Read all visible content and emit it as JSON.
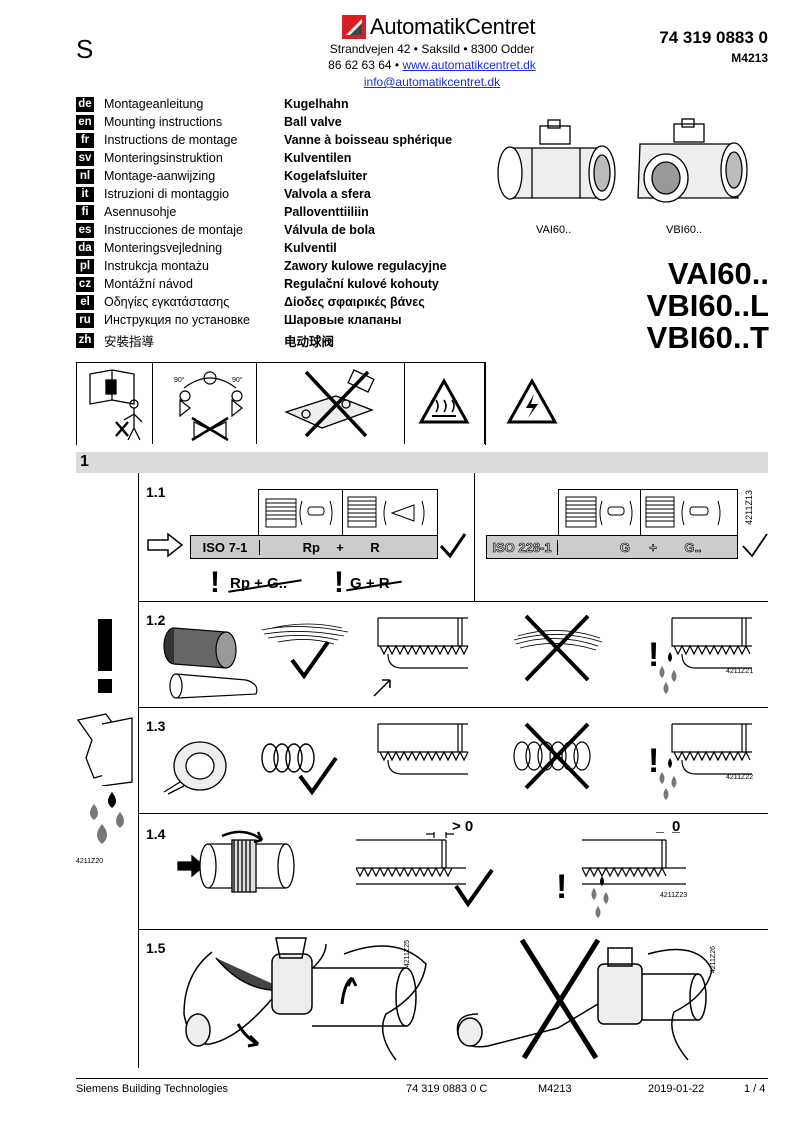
{
  "header": {
    "series_letter": "S",
    "company": "AutomatikCentret",
    "address": "Strandvejen 42 • Saksild • 8300 Odder",
    "phone": "86 62 63 64 •",
    "website": "www.automatikcentret.dk",
    "email": "info@automatikcentret.dk",
    "doc_number": "74 319 0883 0",
    "doc_code": "M4213"
  },
  "languages": [
    {
      "code": "de",
      "label": "Montageanleitung",
      "title": "Kugelhahn"
    },
    {
      "code": "en",
      "label": "Mounting instructions",
      "title": "Ball valve"
    },
    {
      "code": "fr",
      "label": "Instructions de montage",
      "title": "Vanne à boisseau sphérique"
    },
    {
      "code": "sv",
      "label": "Monteringsinstruktion",
      "title": "Kulventilen"
    },
    {
      "code": "nl",
      "label": "Montage-aanwijzing",
      "title": "Kogelafsluiter"
    },
    {
      "code": "it",
      "label": "Istruzioni di montaggio",
      "title": "Valvola a sfera"
    },
    {
      "code": "fi",
      "label": "Asennusohje",
      "title": "Palloventtiiliin"
    },
    {
      "code": "es",
      "label": "Instrucciones de montaje",
      "title": "Válvula de bola"
    },
    {
      "code": "da",
      "label": "Monteringsvejledning",
      "title": "Kulventil"
    },
    {
      "code": "pl",
      "label": "Instrukcja montażu",
      "title": "Zawory kulowe regulacyjne"
    },
    {
      "code": "cz",
      "label": "Montážní návod",
      "title": "Regulační kulové kohouty"
    },
    {
      "code": "el",
      "label": "Οδηγίες εγκατάστασης",
      "title": "Δίοδες σφαιρικές βάνες"
    },
    {
      "code": "ru",
      "label": "Инструкция по установке",
      "title": "Шаровые клапаны"
    },
    {
      "code": "zh",
      "label": "安裝指導",
      "title": "电动球阀"
    }
  ],
  "products": {
    "valve_a_caption": "VAI60..",
    "valve_b_caption": "VBI60..",
    "model_1": "VAI60..",
    "model_2": "VBI60..L",
    "model_3": "VBI60..T"
  },
  "section": {
    "number": "1",
    "side_code": "4211Z20"
  },
  "steps": {
    "s11": {
      "label": "1.1",
      "iso_left": "ISO 7-1",
      "rp": "Rp",
      "plus": "+",
      "r": "R",
      "iso_right": "ISO 228-1",
      "g": "G",
      "plus2": "+",
      "g2": "G..",
      "warn1": "Rp + G..",
      "warn2": "G + R",
      "code": "4211Z13"
    },
    "s12": {
      "label": "1.2",
      "code": "4211Z21"
    },
    "s13": {
      "label": "1.3",
      "code": "4211Z22"
    },
    "s14": {
      "label": "1.4",
      "gt0": "> 0",
      "zero": "0",
      "code": "4211Z23"
    },
    "s15": {
      "label": "1.5",
      "code1": "4211Z25",
      "code2": "4211Z26"
    }
  },
  "footer": {
    "company": "Siemens Building Technologies",
    "doc": "74 319 0883 0 C",
    "code": "M4213",
    "date": "2019-01-22",
    "page": "1 / 4"
  },
  "colors": {
    "section_bar": "#dcdcdc",
    "link": "#1a2fd6",
    "logo_red": "#d81f26"
  }
}
